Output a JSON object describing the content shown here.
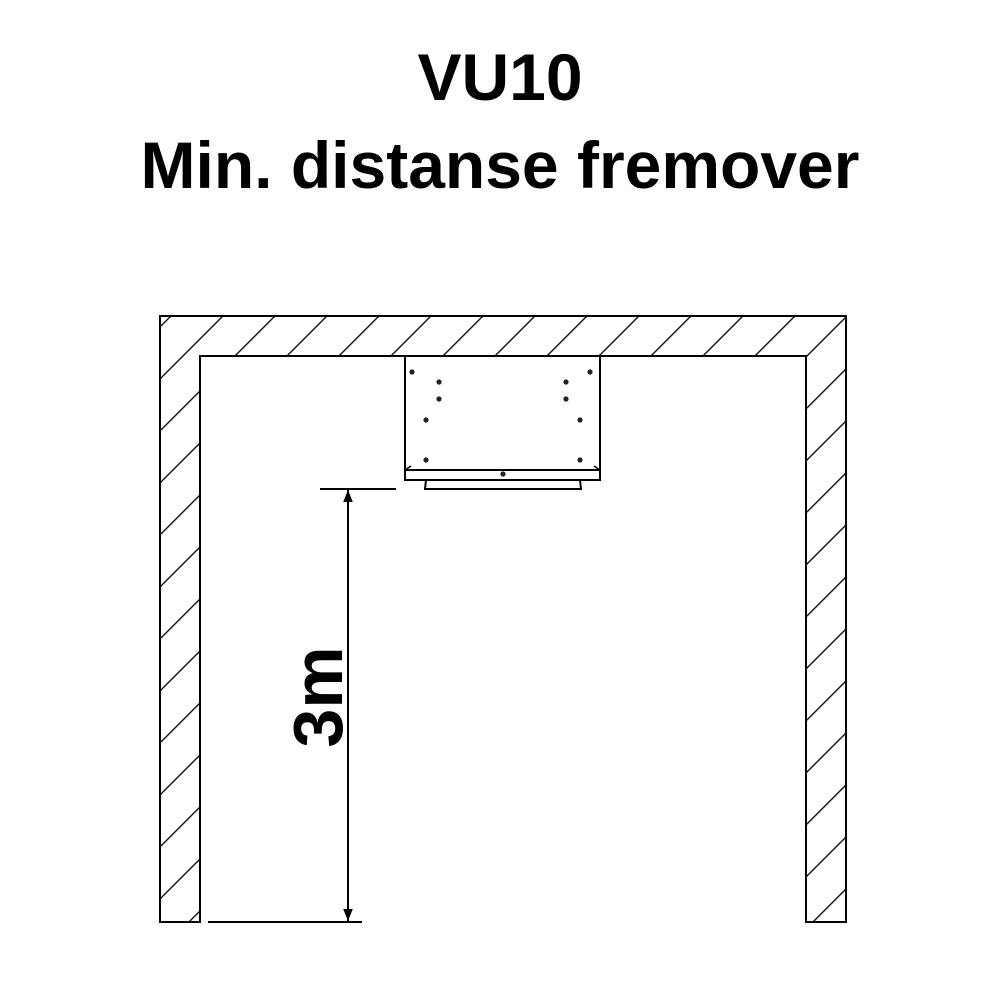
{
  "title": {
    "line1": "VU10",
    "line2": "Min. distanse fremover"
  },
  "dimension": {
    "label": "3m"
  },
  "colors": {
    "line": "#000000",
    "background": "#ffffff"
  }
}
